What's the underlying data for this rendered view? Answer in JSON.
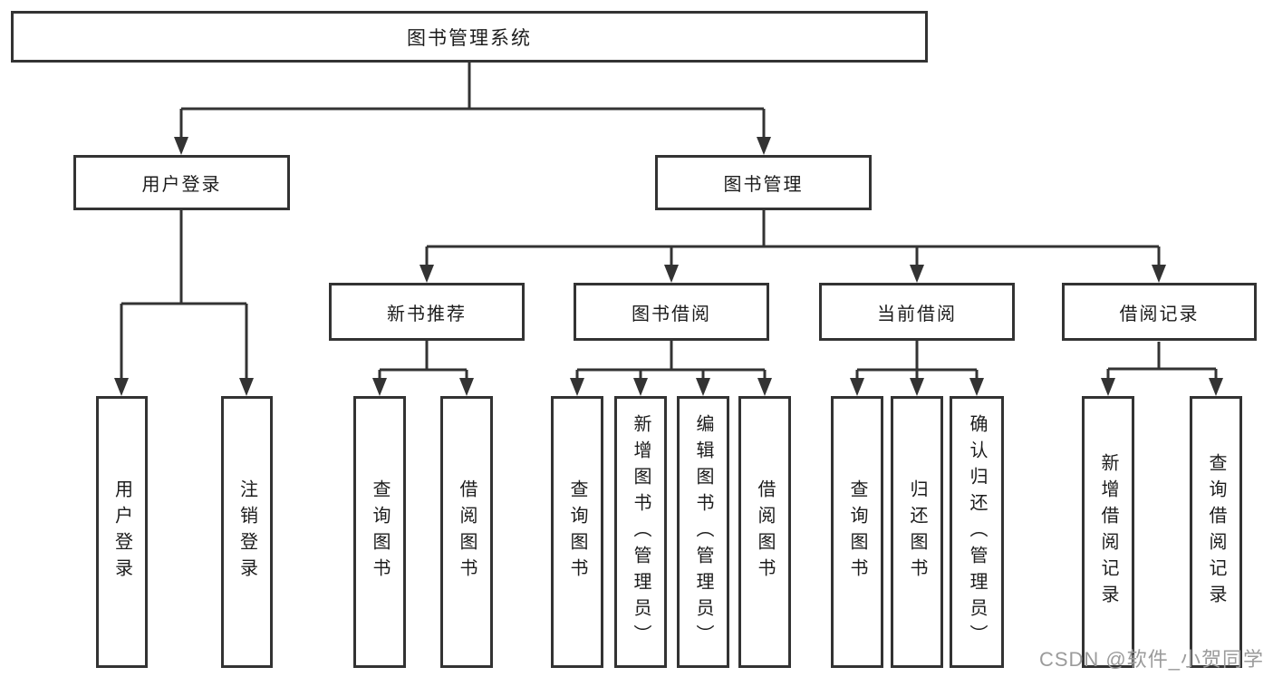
{
  "diagram": {
    "root": {
      "label": "图书管理系统"
    },
    "branches": {
      "login": {
        "label": "用户登录",
        "children": [
          {
            "label": "用户登录"
          },
          {
            "label": "注销登录"
          }
        ]
      },
      "management": {
        "label": "图书管理",
        "groups": [
          {
            "label": "新书推荐",
            "children": [
              {
                "label": "查询图书"
              },
              {
                "label": "借阅图书"
              }
            ]
          },
          {
            "label": "图书借阅",
            "children": [
              {
                "label": "查询图书"
              },
              {
                "label": "新增图书（管理员）"
              },
              {
                "label": "编辑图书（管理员）"
              },
              {
                "label": "借阅图书"
              }
            ]
          },
          {
            "label": "当前借阅",
            "children": [
              {
                "label": "查询图书"
              },
              {
                "label": "归还图书"
              },
              {
                "label": "确认归还（管理员）"
              }
            ]
          },
          {
            "label": "借阅记录",
            "children": [
              {
                "label": "新增借阅记录"
              },
              {
                "label": "查询借阅记录"
              }
            ]
          }
        ]
      }
    },
    "watermark": {
      "text": "CSDN @软件_小贺同学"
    },
    "colors": {
      "line": "#333333",
      "border": "#333333",
      "text": "#1c1c1c",
      "watermark": "#9b9b9b",
      "background": "#ffffff"
    }
  }
}
